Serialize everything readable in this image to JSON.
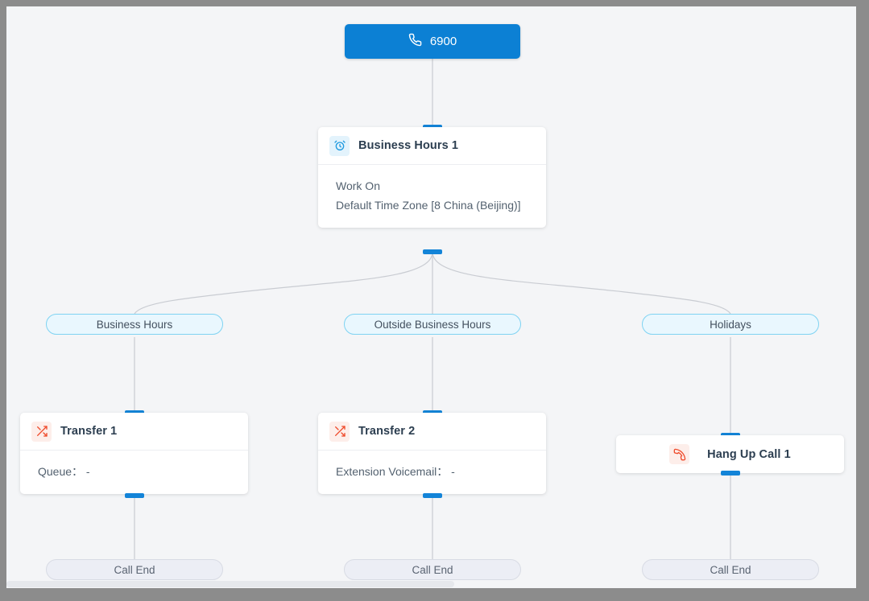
{
  "canvas": {
    "background": "#f4f5f7",
    "frame_color": "#8c8c8c"
  },
  "colors": {
    "primary_blue": "#0c80d4",
    "handle_blue": "#1384d8",
    "branch_pill_bg": "#e9f7fe",
    "branch_pill_border": "#7fd3f2",
    "end_pill_bg": "#eceef5",
    "end_pill_border": "#d8dbe4",
    "icon_blue_bg": "#e3f3fc",
    "icon_red_bg": "#fdeeea",
    "icon_red": "#ef4a2a",
    "edge_line": "#c9ccd2",
    "card_bg": "#ffffff",
    "title_text": "#2c3e50",
    "body_text": "#53616f"
  },
  "root": {
    "icon": "phone-icon",
    "label": "6900"
  },
  "business_hours_node": {
    "icon": "alarm-clock-icon",
    "title": "Business Hours 1",
    "body_line_1": "Work On",
    "body_line_2": "Default Time Zone [8 China (Beijing)]"
  },
  "branches": [
    {
      "label": "Business Hours"
    },
    {
      "label": "Outside Business Hours"
    },
    {
      "label": "Holidays"
    }
  ],
  "action_nodes": [
    {
      "icon": "shuffle-transfer-icon",
      "title": "Transfer 1",
      "body": "Queue： -"
    },
    {
      "icon": "shuffle-transfer-icon",
      "title": "Transfer 2",
      "body": "Extension Voicemail： -"
    },
    {
      "icon": "hang-up-icon",
      "title": "Hang Up Call 1"
    }
  ],
  "end_pills": [
    {
      "label": "Call End"
    },
    {
      "label": "Call End"
    },
    {
      "label": "Call End"
    }
  ]
}
